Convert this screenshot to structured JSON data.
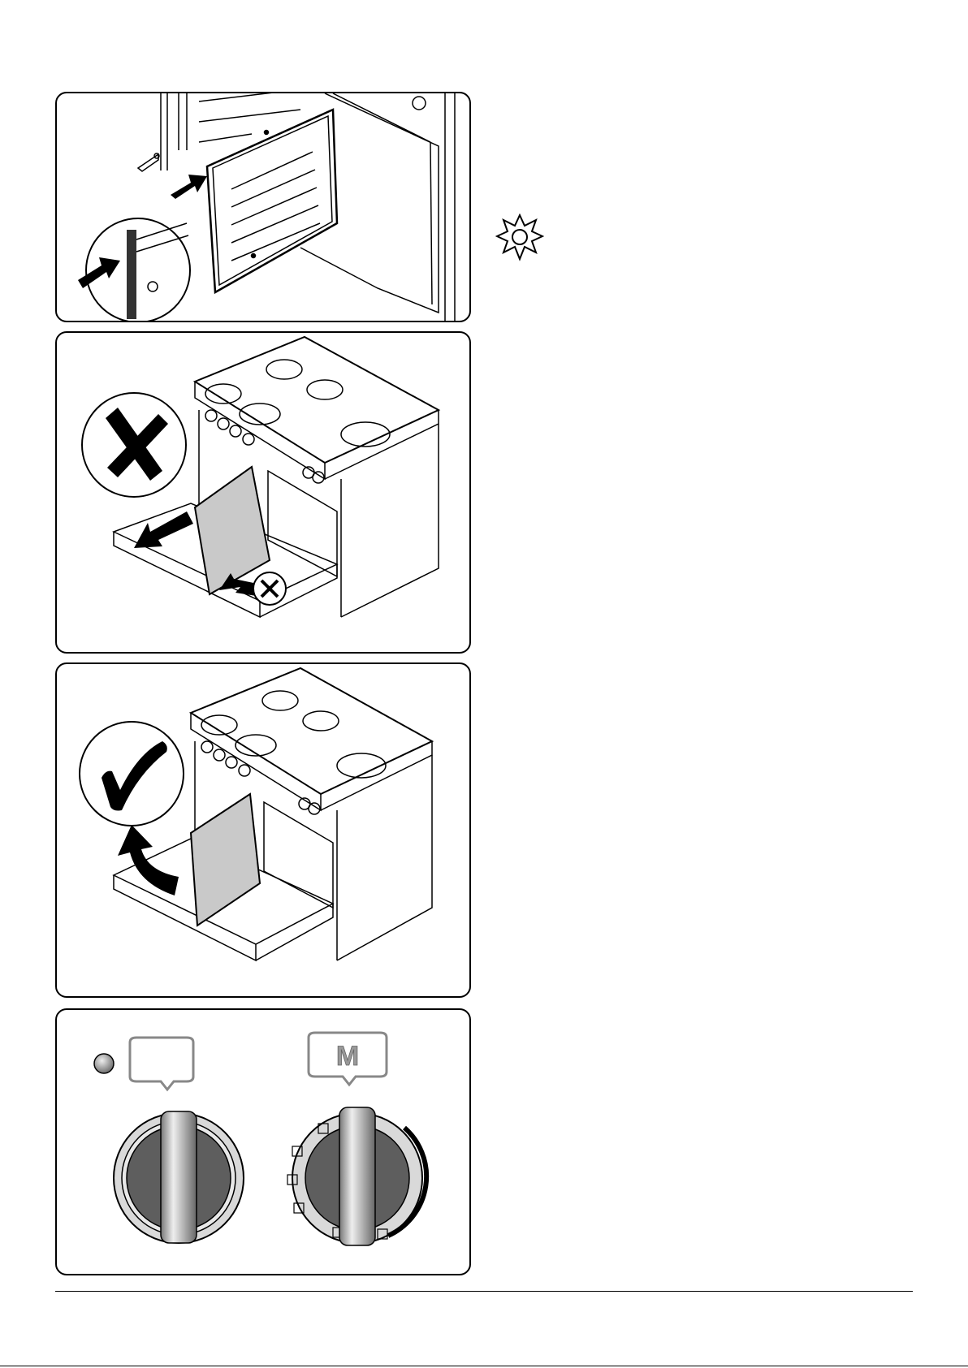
{
  "figure_1": {
    "name": "door-glass-insert-illustration",
    "icons": [
      "push-arrow-icon",
      "detail-magnifier-icon"
    ]
  },
  "figure_2": {
    "name": "incorrect-glass-removal-illustration",
    "icons": [
      "cross-mark-icon",
      "pull-arrow-icon",
      "small-cross-icon"
    ]
  },
  "figure_3": {
    "name": "correct-glass-removal-illustration",
    "icons": [
      "check-mark-icon",
      "curved-arrow-icon"
    ]
  },
  "figure_4": {
    "name": "control-knobs-illustration",
    "right_label": "M",
    "icons": [
      "indicator-light-icon",
      "left-knob-icon",
      "right-knob-icon"
    ]
  },
  "side_icon": "oven-light-icon",
  "page_code": "",
  "colors": {
    "outline": "#000000",
    "glass": "#c9c9c9",
    "knob_dark": "#5e5e5e",
    "knob_light": "#d9d9d9"
  }
}
